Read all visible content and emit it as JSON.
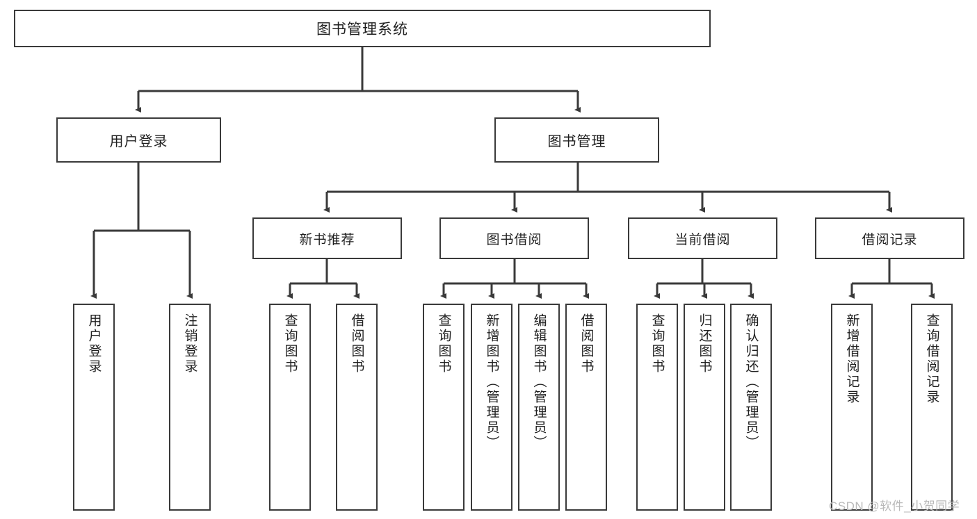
{
  "diagram": {
    "type": "tree",
    "title": "图书管理系统",
    "background": "#ffffff",
    "box_border_color": "#3a3a3a",
    "text_color": "#1f1f1f",
    "edge_color": "#3a3a3a"
  },
  "root": {
    "label": "图书管理系统"
  },
  "level2": [
    {
      "label": "用户登录"
    },
    {
      "label": "图书管理"
    }
  ],
  "level3": [
    {
      "label": "新书推荐"
    },
    {
      "label": "图书借阅"
    },
    {
      "label": "当前借阅"
    },
    {
      "label": "借阅记录"
    }
  ],
  "leaves": {
    "user_login": [
      {
        "label": "用户登录"
      },
      {
        "label": "注销登录"
      }
    ],
    "new_book_recommend": [
      {
        "label": "查询图书"
      },
      {
        "label": "借阅图书"
      }
    ],
    "book_borrow": [
      {
        "label": "查询图书"
      },
      {
        "label": "新增图书（管理员）"
      },
      {
        "label": "编辑图书（管理员）"
      },
      {
        "label": "借阅图书"
      }
    ],
    "current_borrow": [
      {
        "label": "查询图书"
      },
      {
        "label": "归还图书"
      },
      {
        "label": "确认归还（管理员）"
      }
    ],
    "borrow_record": [
      {
        "label": "新增借阅记录"
      },
      {
        "label": "查询借阅记录"
      }
    ]
  },
  "watermark": {
    "text": "CSDN @软件_小贺同学",
    "color": "#b9b9b9"
  }
}
